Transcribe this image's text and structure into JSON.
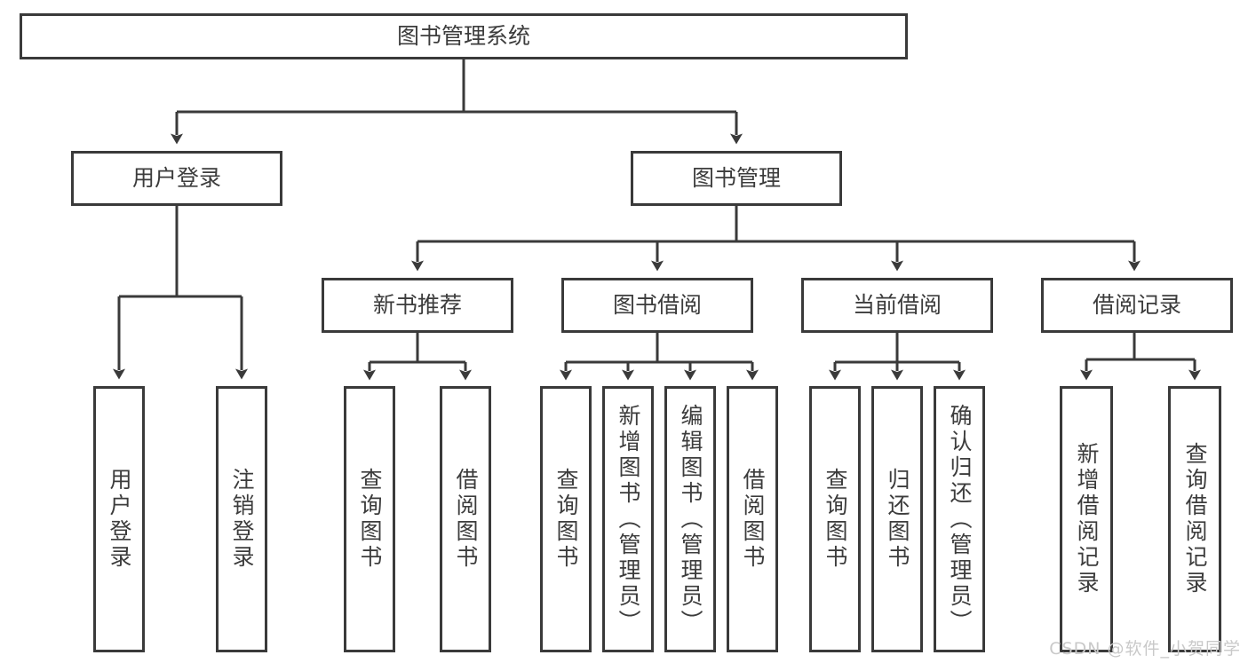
{
  "diagram": {
    "type": "tree-hierarchy-chart",
    "title": "图书管理系统",
    "levels": 4,
    "root": {
      "id": "root",
      "label": "图书管理系统"
    },
    "level2": [
      {
        "id": "user-login",
        "label": "用户登录"
      },
      {
        "id": "book-manage",
        "label": "图书管理"
      }
    ],
    "level3": [
      {
        "id": "new-book-recommend",
        "label": "新书推荐",
        "parent": "book-manage"
      },
      {
        "id": "book-borrow",
        "label": "图书借阅",
        "parent": "book-manage"
      },
      {
        "id": "current-borrow",
        "label": "当前借阅",
        "parent": "book-manage"
      },
      {
        "id": "borrow-record",
        "label": "借阅记录",
        "parent": "book-manage"
      }
    ],
    "leaves": [
      {
        "id": "leaf-user-login",
        "label": "用户登录",
        "parent": "user-login"
      },
      {
        "id": "leaf-logout-login",
        "label": "注销登录",
        "parent": "user-login"
      },
      {
        "id": "leaf-query-book-1",
        "label": "查询图书",
        "parent": "new-book-recommend"
      },
      {
        "id": "leaf-borrow-book-1",
        "label": "借阅图书",
        "parent": "new-book-recommend"
      },
      {
        "id": "leaf-query-book-2",
        "label": "查询图书",
        "parent": "book-borrow"
      },
      {
        "id": "leaf-add-book",
        "label": "新增图书（管理员）",
        "parent": "book-borrow"
      },
      {
        "id": "leaf-edit-book",
        "label": "编辑图书（管理员）",
        "parent": "book-borrow"
      },
      {
        "id": "leaf-borrow-book-2",
        "label": "借阅图书",
        "parent": "book-borrow"
      },
      {
        "id": "leaf-query-book-3",
        "label": "查询图书",
        "parent": "current-borrow"
      },
      {
        "id": "leaf-return-book",
        "label": "归还图书",
        "parent": "current-borrow"
      },
      {
        "id": "leaf-confirm-return",
        "label": "确认归还（管理员）",
        "parent": "current-borrow"
      },
      {
        "id": "leaf-add-record",
        "label": "新增借阅记录",
        "parent": "borrow-record"
      },
      {
        "id": "leaf-query-record",
        "label": "查询借阅记录",
        "parent": "borrow-record"
      }
    ],
    "watermark": "CSDN @软件_小贺同学",
    "colors": {
      "stroke": "#3a3a3a",
      "text": "#3c3c3c",
      "background": "#ffffff",
      "watermark": "#c9c9c9"
    }
  }
}
